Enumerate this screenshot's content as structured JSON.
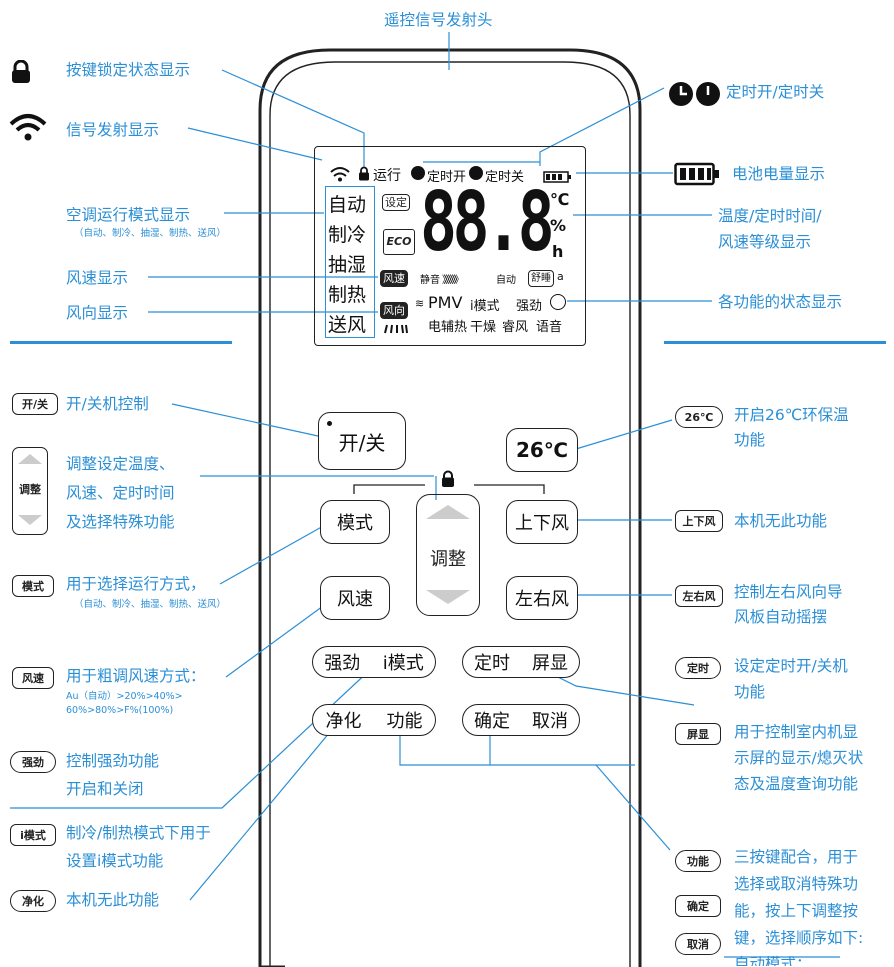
{
  "top_label": "遥控信号发射头",
  "left_annotations": {
    "lock": "按键锁定状态显示",
    "signal": "信号发射显示",
    "mode_display": "空调运行模式显示",
    "mode_display_note": "（自动、制冷、抽湿、制热、送风）",
    "fan_display": "风速显示",
    "dir_display": "风向显示",
    "power": "开/关机控制",
    "adjust_1": "调整设定温度、",
    "adjust_2": "风速、定时时间",
    "adjust_3": "及选择特殊功能",
    "mode_1": "用于选择运行方式，",
    "mode_note": "（自动、制冷、抽湿、制热、送风）",
    "fan_1": "用于粗调风速方式：",
    "fan_note_1": "Au（自动）>20%>40%>",
    "fan_note_2": "60%>80%>F%(100%)",
    "turbo_1": "控制强劲功能",
    "turbo_2": "开启和关闭",
    "imode_1": "制冷/制热模式下用于",
    "imode_2": "设置i模式功能",
    "purify": "本机无此功能"
  },
  "right_annotations": {
    "timer": "定时开/定时关",
    "battery": "电池电量显示",
    "temp_1": "温度/定时时间/",
    "temp_2": "风速等级显示",
    "status": "各功能的状态显示",
    "eco_1": "开启26℃环保温",
    "eco_2": "功能",
    "swing_ud": "本机无此功能",
    "swing_lr_1": "控制左右风向导",
    "swing_lr_2": "风板自动摇摆",
    "timer_btn_1": "设定定时开/关机",
    "timer_btn_2": "功能",
    "display_1": "用于控制室内机显",
    "display_2": "示屏的显示/熄灭状",
    "display_3": "态及温度查询功能",
    "combo_1": "三按键配合，用于",
    "combo_2": "选择或取消特殊功",
    "combo_3": "能，按上下调整按",
    "combo_4": "键，选择顺序如下:",
    "combo_5": "自动模式："
  },
  "chips": {
    "power": "开/关",
    "adjust": "调整",
    "mode": "模式",
    "fan": "风速",
    "turbo": "强劲",
    "imode": "i模式",
    "purify": "净化",
    "eco": "26℃",
    "swing_ud": "上下风",
    "swing_lr": "左右风",
    "timer": "定时",
    "display": "屏显",
    "function": "功能",
    "confirm": "确定",
    "cancel": "取消"
  },
  "lcd": {
    "status_run": "运行",
    "timer_on": "定时开",
    "timer_off": "定时关",
    "set": "设定",
    "eco": "ECO",
    "digits": "88.8",
    "unit_c": "℃",
    "unit_pct": "%",
    "unit_h": "h",
    "modes": [
      "自动",
      "制冷",
      "抽湿",
      "制热",
      "送风"
    ],
    "fan_tag": "风速",
    "fan_quiet": "静音",
    "fan_bars": "》》》》》》》",
    "fan_auto": "自动",
    "sleep": "舒睡",
    "sleep_suffix": "a",
    "dir_tag": "风向",
    "pmv": "PMV",
    "imode": "i模式",
    "turbo": "强劲",
    "aux_heat": "电辅热",
    "dry": "干燥",
    "comfort": "睿风",
    "voice": "语音"
  },
  "buttons": {
    "power": "开/关",
    "eco": "26℃",
    "mode": "模式",
    "adjust": "调整",
    "swing_ud": "上下风",
    "fan": "风速",
    "swing_lr": "左右风",
    "turbo_imode_a": "强劲",
    "turbo_imode_b": "i模式",
    "timer_display_a": "定时",
    "timer_display_b": "屏显",
    "purify_function_a": "净化",
    "purify_function_b": "功能",
    "confirm_cancel_a": "确定",
    "confirm_cancel_b": "取消"
  },
  "colors": {
    "accent": "#2b8fd6",
    "ink": "#222222"
  }
}
